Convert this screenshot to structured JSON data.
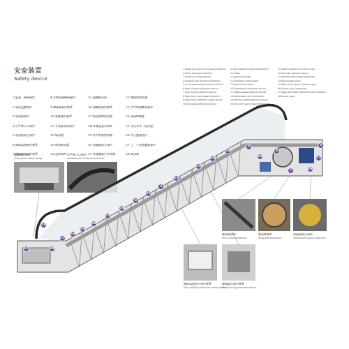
{
  "diagram": {
    "title": "安全装置",
    "nodes": [
      {
        "text": [
          "27"
        ]
      },
      {
        "text": [
          "20"
        ]
      },
      {
        "text": [
          "19"
        ]
      },
      {
        "text": [
          "11"
        ]
      },
      {
        "text": [
          "14"
        ]
      },
      {
        "text": [
          "25"
        ]
      },
      {
        "text": [
          "10"
        ]
      },
      {
        "text": [
          "22"
        ]
      },
      {
        "text": [
          "24"
        ]
      },
      {
        "text": [
          "8"
        ]
      },
      {
        "text": [
          "21"
        ]
      },
      {
        "text": [
          "3"
        ]
      },
      {
        "text": [
          "12"
        ]
      },
      {
        "text": [
          "13"
        ]
      },
      {
        "text": [
          "23"
        ]
      },
      {
        "text": [
          "16"
        ]
      },
      {
        "text": [
          "5"
        ]
      },
      {
        "text": [
          "6"
        ]
      },
      {
        "text": [
          "28"
        ]
      },
      {
        "text": [
          "2"
        ]
      },
      {
        "text": [
          "17"
        ]
      },
      {
        "text": [
          "18"
        ]
      },
      {
        "text": [
          "7"
        ]
      }
    ],
    "labels": [
      "Safety device",
      "1  缺相、错相保护",
      "2  电机过载保护",
      "3  电源锁保护",
      "4  扶手带入口保护",
      "5  梳齿板安全保护",
      "6  梯级塌陷保护装置",
      "7  梯级缺失保护装置",
      "8  主驱动链断链保护",
      "9  梯级链保护装置",
      "10  超速保护装置",
      "11  非操纵逆转保护",
      "12  制动器",
      "13  附加制动器",
      "14  急停按钮",
      "15  围裙板毛刷",
      "16  防静电保护装置",
      "17  制动器释放检测",
      "18  检修盒急停按钮",
      "19  扶手带速度检测",
      "20  围裙板防夹保护",
      "21  检修盖板打开检测",
      "22  梯级间隙检测",
      "23  扶手带防静电保护",
      "24  启动蜂鸣器",
      "25  水位开关（室外型）",
      "26  中心盖板防护",
      "27  上、下机房盖板保护",
      "28  双排链",
      "1 Phase loss and wrong phase protection",
      "2 Motor overload protection",
      "3 Electrical lock protection",
      "4 Handrail with entrance protection",
      "5 Comb-plate safety protection device",
      "6 Step collapse protection device",
      "7 Step missing detection device",
      "8 Main drive chain break protection",
      "9 Step chain protection safety device",
      "10 Overspeed protection device",
      "11 Non-operating reverse protection",
      "12 Brake",
      "13 Additional brake",
      "14 Emergency stop button",
      "15 Apron brush device",
      "16 Electrostatic protection device",
      "17 Brake release detection device",
      "18 Maintenance box stop button",
      "19 Handrail speed detection device",
      "20 Anti-pinch apron board protection",
      "21 Opening detection of floor cover",
      "22 Step gap detection sensor",
      "23 Handrail electrostatic protection",
      "24 Start buzzer alarm",
      "25 Water level switch (outdoor type)",
      "26 Central cover protection",
      "27 Upper and lower machine cover protection",
      "28 Double chain",
      "盖板安全设计",
      "Cover-plate safety design",
      "扶手带入口保护",
      "Handrail with entrance protection",
      "驱动链保护",
      "Drive chain protection",
      "驱动带保护",
      "Drive belt protection",
      "梳齿板安全保护",
      "Comb teeth safety protection",
      "梯级塌陷安全保护装置",
      "Step collapse protection safety device",
      "梯级缺失保护装置",
      "Step missing protection device"
    ]
  }
}
